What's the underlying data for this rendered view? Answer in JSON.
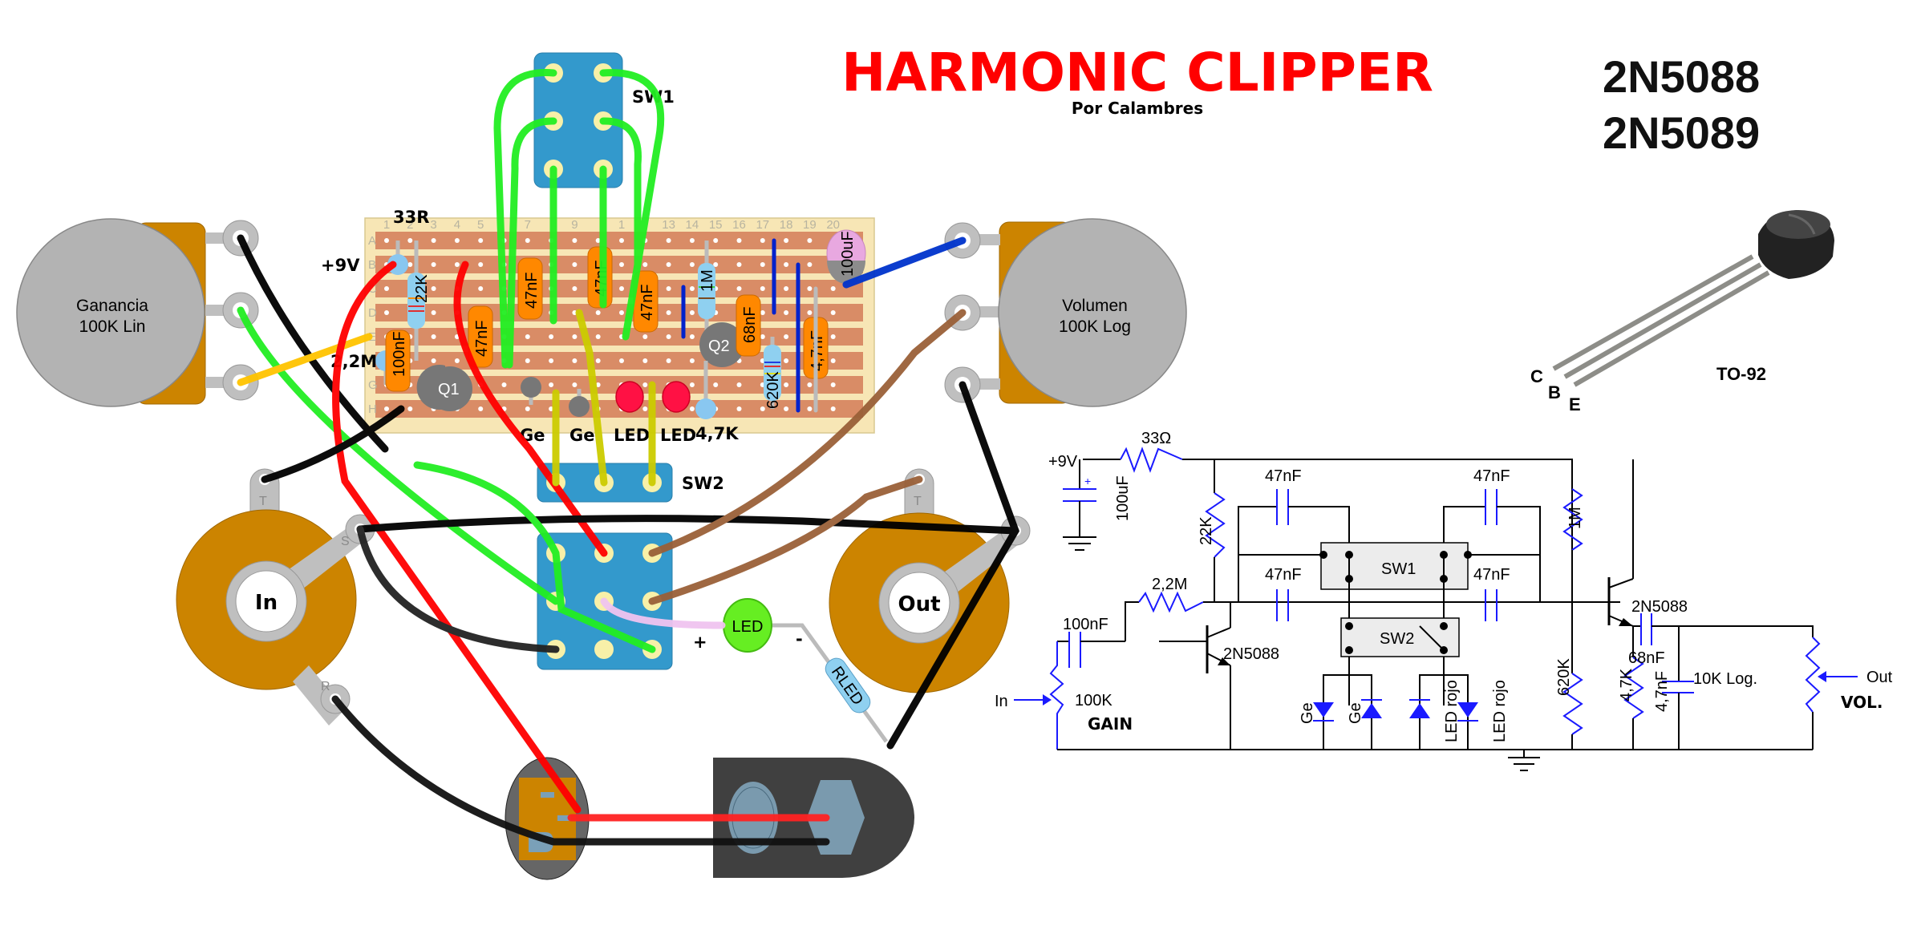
{
  "header": {
    "title": "HARMONIC CLIPPER",
    "subtitle": "Por Calambres"
  },
  "transistor_info": {
    "part_1": "2N5088",
    "part_2": "2N5089",
    "package": "TO-92",
    "pins": [
      "C",
      "B",
      "E"
    ]
  },
  "pots": {
    "gain": {
      "name": "Ganancia",
      "value": "100K Lin"
    },
    "volume": {
      "name": "Volumen",
      "value": "100K Log"
    }
  },
  "switches": {
    "sw1": "SW1",
    "sw2": "SW2"
  },
  "jacks": {
    "input": "In",
    "output": "Out",
    "lugs": [
      "T",
      "S",
      "R"
    ]
  },
  "led": {
    "label": "LED",
    "plus": "+",
    "minus": "-",
    "resistor": "RLED"
  },
  "stripboard": {
    "columns": [
      "1",
      "2",
      "3",
      "4",
      "5",
      "",
      "7",
      "",
      "9",
      "",
      "1",
      "",
      "13",
      "14",
      "15",
      "16",
      "17",
      "18",
      "19",
      "20"
    ],
    "rows": [
      "A",
      "B",
      "C",
      "D",
      "E",
      "F",
      "G",
      "H"
    ],
    "labels": {
      "supply": "+9V",
      "r33": "33R",
      "r22": "22K",
      "r22m": "2,2M",
      "c100n": "100nF",
      "c47_1": "47nF",
      "c47_2": "47nF",
      "c47_3": "47nF",
      "c47_4": "47nF",
      "r1m": "1M",
      "c68n": "68nF",
      "r620k": "620K",
      "c4n7": "4,7nF",
      "c100u": "100uF",
      "q1": "Q1",
      "q2": "Q2",
      "d1": "Ge",
      "d2": "Ge",
      "d3": "LED",
      "d4": "LED",
      "r4k7": "4,7K"
    }
  },
  "schematic": {
    "supply": "+9V",
    "r_supply": "33Ω",
    "c_supply": "100uF",
    "r_bias1": "22K",
    "r_fb": "2,2M",
    "c_in": "100nF",
    "q1": "2N5088",
    "q2": "2N5088",
    "gain_pot": "100K",
    "gain_label": "GAIN",
    "input": "In",
    "caps_47": [
      "47nF",
      "47nF",
      "47nF",
      "47nF"
    ],
    "sw1": "SW1",
    "sw2": "SW2",
    "diodes": [
      "Ge",
      "Ge",
      "LED rojo",
      "LED rojo"
    ],
    "r_1m": "1M",
    "r_620k": "620K",
    "r_4k7": "4,7K",
    "c_68n": "68nF",
    "c_4n7": "4,7nF",
    "vol_pot": "10K Log.",
    "vol_label": "VOL.",
    "output": "Out"
  },
  "colors": {
    "title": "#ff0000",
    "wire_red": "#ff0000",
    "wire_black": "#000000",
    "wire_green": "#22ee22",
    "wire_yellow": "#cccc00",
    "wire_brown": "#9a6038",
    "wire_blue": "#0033cc",
    "switch_blue": "#3399cc",
    "pot_body": "#b3b3b3",
    "pot_base": "#cc8400",
    "strip": "#d98c66",
    "board": "#f7e6b5",
    "cap_orange": "#ff8800",
    "schematic_blue": "#1a1aff"
  }
}
